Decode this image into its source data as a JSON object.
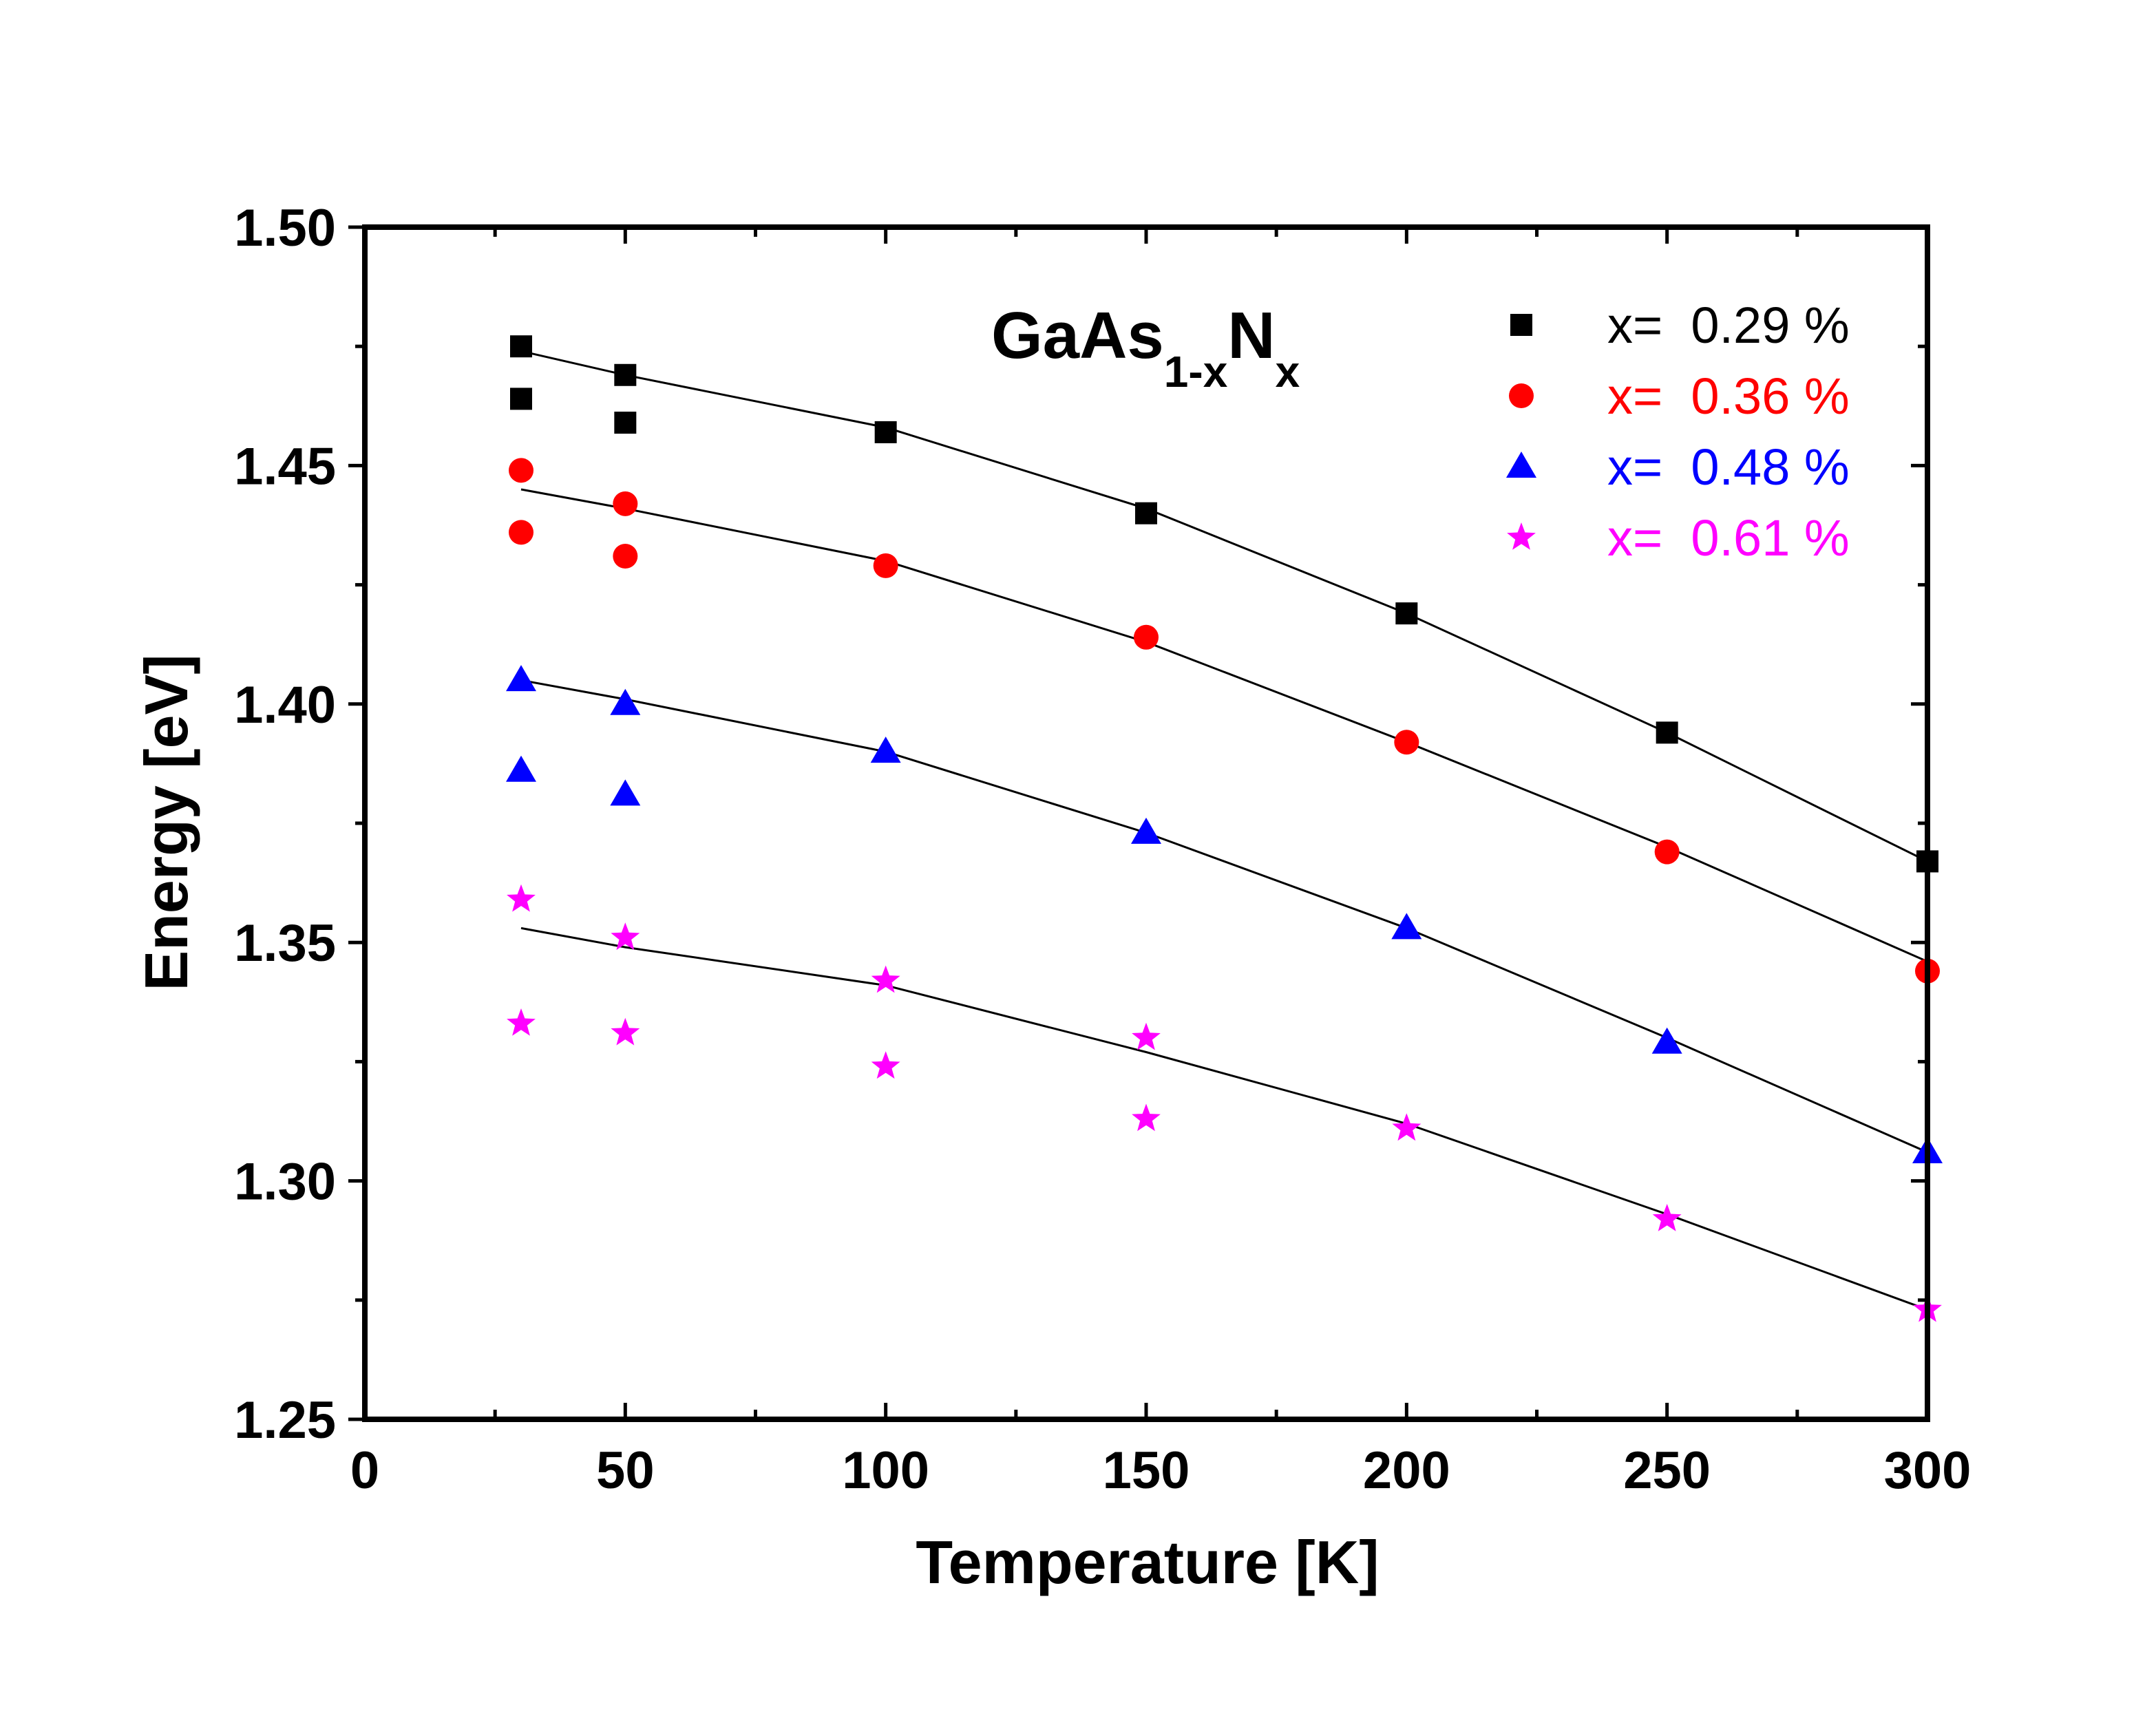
{
  "chart_data": {
    "type": "scatter",
    "title": "",
    "xlabel": "Temperature [K]",
    "ylabel": "Energy [eV]",
    "xlim": [
      0,
      300
    ],
    "ylim": [
      1.25,
      1.5
    ],
    "x_ticks": [
      "0",
      "50",
      "100",
      "150",
      "200",
      "250",
      "300"
    ],
    "y_ticks": [
      "1.25",
      "1.30",
      "1.35",
      "1.40",
      "1.45",
      "1.50"
    ],
    "grid": false,
    "legend_position": "top-right",
    "annotation": {
      "base": "GaAs",
      "sub1": "1-x",
      "mid": "N",
      "sub2": "x"
    },
    "series": [
      {
        "name": "x=  0.29 %",
        "color": "#000000",
        "marker": "square",
        "points_high": [
          [
            30,
            1.475
          ],
          [
            50,
            1.469
          ],
          [
            100,
            1.457
          ],
          [
            150,
            1.44
          ],
          [
            200,
            1.419
          ],
          [
            250,
            1.394
          ],
          [
            300,
            1.367
          ]
        ],
        "points_low": [
          [
            30,
            1.464
          ],
          [
            50,
            1.459
          ]
        ],
        "fit": [
          [
            30,
            1.474
          ],
          [
            50,
            1.469
          ],
          [
            100,
            1.458
          ],
          [
            150,
            1.441
          ],
          [
            200,
            1.419
          ],
          [
            250,
            1.394
          ],
          [
            300,
            1.367
          ]
        ]
      },
      {
        "name": "x=  0.36 %",
        "color": "#ff0000",
        "marker": "circle",
        "points_high": [
          [
            30,
            1.449
          ],
          [
            50,
            1.442
          ],
          [
            100,
            1.429
          ],
          [
            150,
            1.414
          ],
          [
            200,
            1.392
          ],
          [
            250,
            1.369
          ],
          [
            300,
            1.344
          ]
        ],
        "points_low": [
          [
            30,
            1.436
          ],
          [
            50,
            1.431
          ]
        ],
        "fit": [
          [
            30,
            1.445
          ],
          [
            50,
            1.441
          ],
          [
            100,
            1.43
          ],
          [
            150,
            1.413
          ],
          [
            200,
            1.392
          ],
          [
            250,
            1.37
          ],
          [
            300,
            1.346
          ]
        ]
      },
      {
        "name": "x=  0.48 %",
        "color": "#0000ff",
        "marker": "triangle",
        "points_high": [
          [
            30,
            1.405
          ],
          [
            50,
            1.4
          ],
          [
            100,
            1.39
          ],
          [
            150,
            1.373
          ],
          [
            200,
            1.353
          ],
          [
            250,
            1.329
          ],
          [
            300,
            1.306
          ]
        ],
        "points_low": [
          [
            30,
            1.386
          ],
          [
            50,
            1.381
          ]
        ],
        "fit": [
          [
            30,
            1.405
          ],
          [
            50,
            1.401
          ],
          [
            100,
            1.39
          ],
          [
            150,
            1.373
          ],
          [
            200,
            1.353
          ],
          [
            250,
            1.33
          ],
          [
            300,
            1.306
          ]
        ]
      },
      {
        "name": "x=  0.61 %",
        "color": "#ff00ff",
        "marker": "star",
        "points_high": [
          [
            30,
            1.359
          ],
          [
            50,
            1.351
          ],
          [
            100,
            1.342
          ],
          [
            150,
            1.33
          ],
          [
            200,
            1.311
          ],
          [
            250,
            1.292
          ],
          [
            300,
            1.273
          ]
        ],
        "points_low": [
          [
            30,
            1.333
          ],
          [
            50,
            1.331
          ],
          [
            100,
            1.324
          ],
          [
            150,
            1.313
          ]
        ],
        "fit": [
          [
            30,
            1.353
          ],
          [
            50,
            1.349
          ],
          [
            100,
            1.341
          ],
          [
            150,
            1.327
          ],
          [
            200,
            1.312
          ],
          [
            250,
            1.293
          ],
          [
            300,
            1.273
          ]
        ]
      }
    ]
  }
}
